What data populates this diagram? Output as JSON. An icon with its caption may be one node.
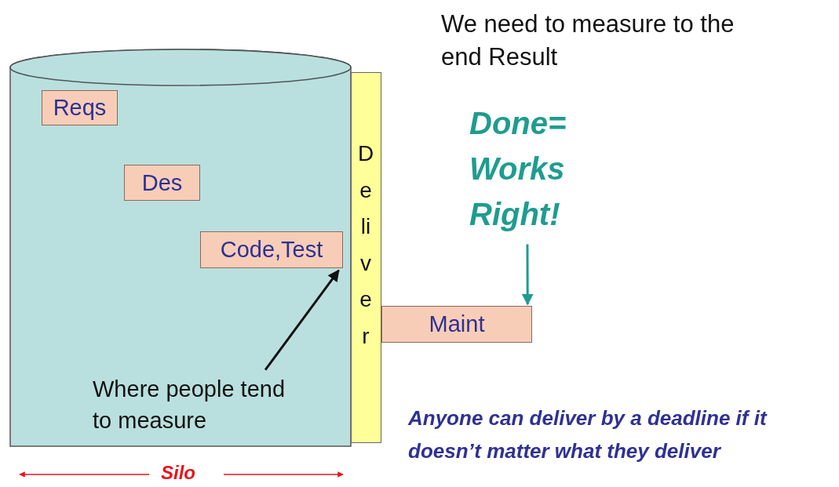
{
  "diagram": {
    "nodes": [
      {
        "text": [],
        "shape": "cylinder",
        "beside": [
          "Silo"
        ]
      },
      {
        "text": [
          "Reqs"
        ],
        "in": 0
      },
      {
        "text": [
          "Des"
        ],
        "in": 0
      },
      {
        "text": [
          "Code,Test"
        ],
        "in": 0
      },
      {
        "text": [
          "Deliver"
        ]
      },
      {
        "text": [
          "Maint"
        ]
      },
      {
        "text": [
          "Where people tend to measure"
        ],
        "in": 0
      },
      {
        "text": [
          "Done= Works Right!"
        ]
      }
    ],
    "edges": [
      {
        "from": 6,
        "to": 3,
        "arrow": "to"
      },
      {
        "from": 7,
        "to": 5,
        "arrow": "to",
        "color": "#1f9c8f"
      }
    ],
    "labels": [
      "We need to measure to the end Result",
      "Anyone can deliver by a deadline if it doesn’t matter what they deliver"
    ]
  }
}
